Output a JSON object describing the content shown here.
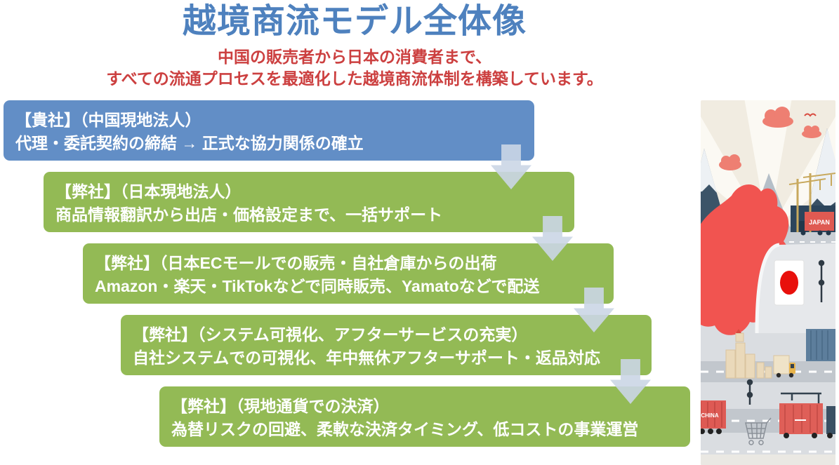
{
  "header": {
    "title": "越境商流モデル全体像",
    "subtitle_line1": "中国の販売者から日本の消費者まで、",
    "subtitle_line2": "すべての流通プロセスを最適化した越境商流体制を構築しています。"
  },
  "flow": {
    "steps": [
      {
        "type": "partner",
        "line1": "【貴社】（中国現地法人）",
        "line2": "代理・委託契約の締結 → 正式な協力関係の確立"
      },
      {
        "type": "company",
        "line1": "【弊社】（日本現地法人）",
        "line2": "商品情報翻訳から出店・価格設定まで、一括サポート"
      },
      {
        "type": "company",
        "line1": "【弊社】（日本ECモールでの販売・自社倉庫からの出荷",
        "line2": "Amazon・楽天・TikTokなどで同時販売、Yamatoなどで配送"
      },
      {
        "type": "company",
        "line1": "【弊社】（システム可視化、アフターサービスの充実）",
        "line2": "自社システムでの可視化、年中無休アフターサポート・返品対応"
      },
      {
        "type": "company",
        "line1": "【弊社】（現地通貨での決済）",
        "line2": "為替リスクの回避、柔軟な決済タイミング、低コストの事業運営"
      }
    ]
  },
  "illustration": {
    "japan_container_label": "JAPAN",
    "china_container_label": "CHINA"
  },
  "colors": {
    "title_blue": "#4E81BE",
    "subtitle_red": "#CC4040",
    "box_blue": "#628EC6",
    "box_green": "#93BA55",
    "arrow_color": "#CBD6E6",
    "box_text": "#FFFFFF"
  }
}
